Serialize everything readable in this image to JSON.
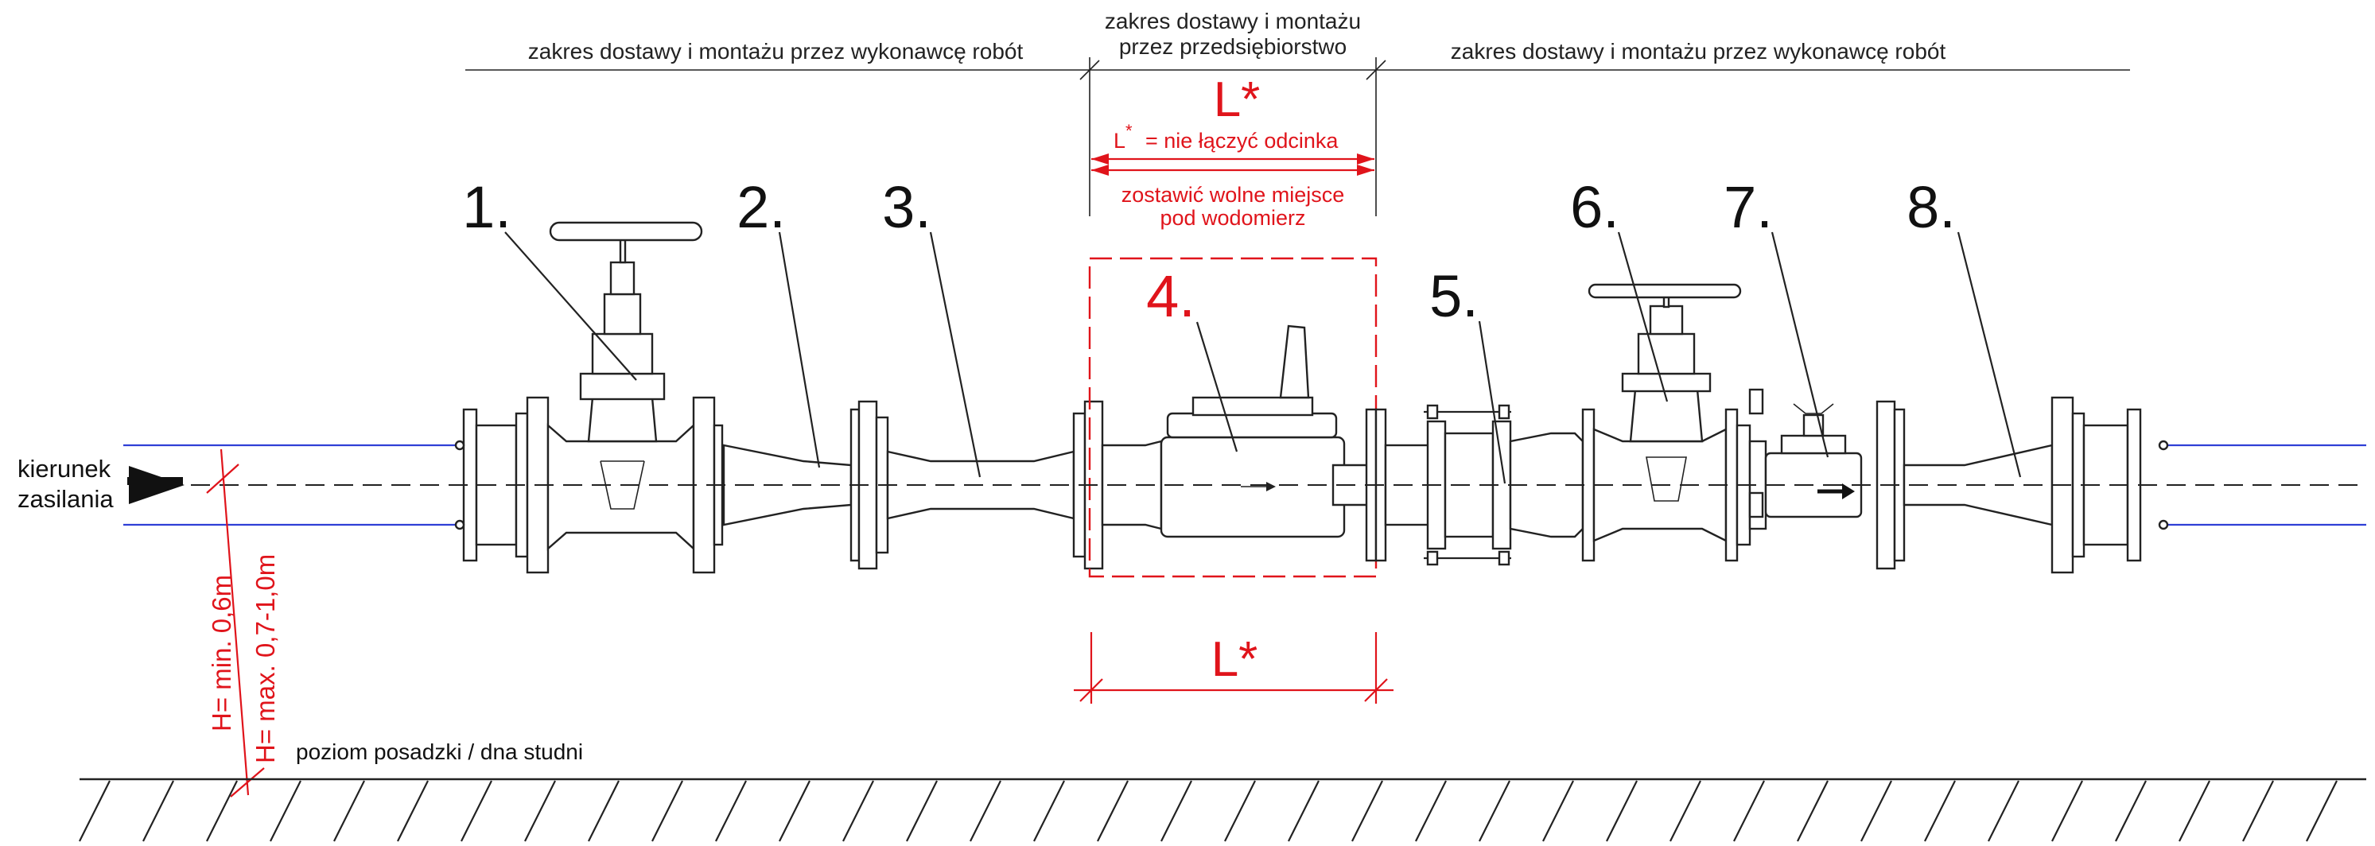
{
  "scope": {
    "left": "zakres dostawy i montażu przez wykonawcę robót",
    "center_line1": "zakres dostawy i montażu",
    "center_line2": "przez przedsiębiorstwo",
    "right": "zakres dostawy i montażu przez wykonawcę robót"
  },
  "length_note": {
    "symbol": "L*",
    "symbol_base": "L",
    "symbol_star": "*",
    "equals_text": "=  nie łączyć odcinka",
    "reserve_line1": "zostawić wolne miejsce",
    "reserve_line2": "pod wodomierz"
  },
  "components": {
    "item1": "1.",
    "item2": "2.",
    "item3": "3.",
    "item4": "4.",
    "item5": "5.",
    "item6": "6.",
    "item7": "7.",
    "item8": "8."
  },
  "flow": {
    "line1": "kierunek",
    "line2": "zasilania"
  },
  "heights": {
    "min": "H= min. 0,6m",
    "max": "H= max. 0,7-1,0m"
  },
  "floor": {
    "label": "poziom posadzki / dna studni"
  },
  "colors": {
    "red": "#e0141b",
    "blue": "#2f3fd6",
    "ink": "#222222"
  },
  "icons": {
    "flow_arrow": "arrow-right-icon",
    "valve_wheel": "handwheel-icon"
  }
}
